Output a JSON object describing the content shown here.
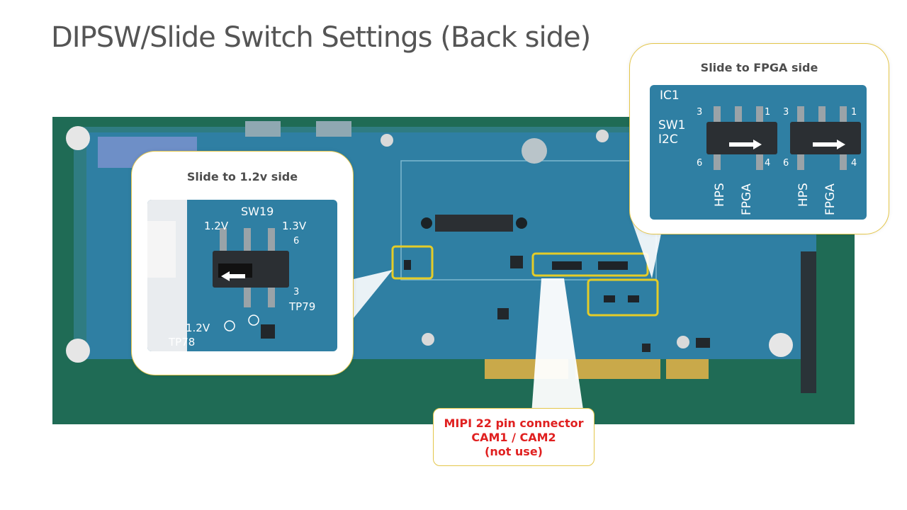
{
  "slide": {
    "title": "DIPSW/Slide Switch Settings (Back side)"
  },
  "callout_left": {
    "title": "Slide to 1.2v side",
    "silkscreen": {
      "switch_name": "SW19",
      "left_voltage": "1.2V",
      "right_voltage": "1.3V",
      "pin_6": "6",
      "pin_3": "3",
      "tp79": "TP79",
      "bottom_voltage": "1.2V",
      "tp78": "TP78"
    }
  },
  "callout_right": {
    "title": "Slide to FPGA side",
    "silkscreen": {
      "ic_label": "IC1",
      "switch_label": "SW1",
      "bus_label": "I2C",
      "pin_3": "3",
      "pin_1": "1",
      "pin_6": "6",
      "pin_4": "4",
      "hps_label": "HPS",
      "fpga_label": "FPGA"
    }
  },
  "mipi_label": {
    "line1": "MIPI 22 pin connector",
    "line2": "CAM1 / CAM2",
    "line3": "(not use)"
  },
  "colors": {
    "pcb": "#2f7fa3",
    "mat": "#1f6b55",
    "highlight": "#e4cc28",
    "label_text": "#e02020",
    "arrow": "#ffffff"
  }
}
